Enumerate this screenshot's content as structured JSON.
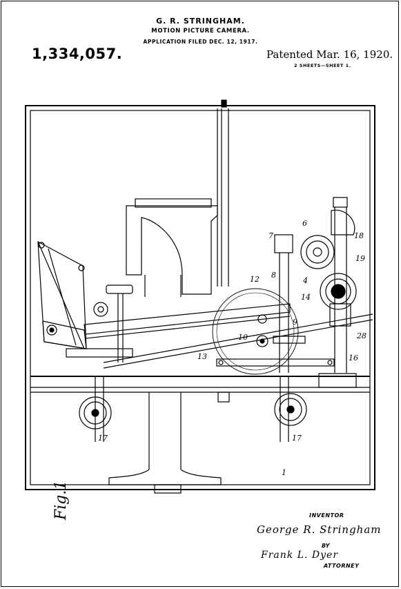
{
  "header": {
    "inventor_name": "G. R. STRINGHAM.",
    "title": "MOTION PICTURE CAMERA.",
    "filed": "APPLICATION FILED DEC. 12, 1917.",
    "patent_number": "1,334,057.",
    "patented": "Patented Mar. 16, 1920.",
    "sheets": "2 SHEETS—SHEET 1."
  },
  "figure_label": "Fig.1",
  "reference_numerals": [
    "6",
    "7",
    "8",
    "4",
    "12",
    "18",
    "19",
    "9",
    "10",
    "14",
    "16",
    "28",
    "13",
    "17",
    "17",
    "1"
  ],
  "signature_block": {
    "inventor_label": "INVENTOR",
    "inventor_signature": "George R. Stringham",
    "by_label": "BY",
    "attorney_signature": "Frank L. Dyer",
    "attorney_label": "ATTORNEY"
  }
}
